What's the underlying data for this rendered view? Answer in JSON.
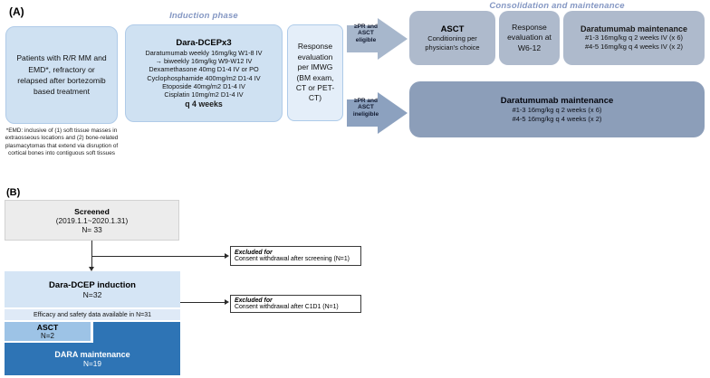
{
  "panel_a": {
    "label": "(A)",
    "patients_box": {
      "text": "Patients with R/R MM and EMD*, refractory or relapsed after bortezomib based treatment"
    },
    "footnote": "*EMD: inclusive of (1) soft tissue masses in extraosseous locations and (2) bone-related plasmacytomas that extend via disruption of cortical bones into contiguous soft tissues",
    "induction_header": "Induction phase",
    "dara_box": {
      "title": "Dara-DCEPx3",
      "lines": [
        "Daratumumab weekly 16mg/kg W1-8 IV",
        "→ biweekly 16mg/kg W9-W12 IV",
        "Dexamethasone 40mg D1-4 IV or PO",
        "Cyclophosphamide 400mg/m2 D1-4 IV",
        "Etoposide 40mg/m2 D1-4 IV",
        "Cisplatin 10mg/m2 D1-4 IV"
      ],
      "footer": "q 4 weeks"
    },
    "response_box": {
      "text": "Response evaluation per IMWG (BM exam, CT or PET-CT)"
    },
    "arrow_eligible": {
      "lines": [
        "≥PR and",
        "ASCT",
        "eligible"
      ]
    },
    "arrow_ineligible": {
      "lines": [
        "≥PR and",
        "ASCT",
        "ineligible"
      ]
    },
    "consolidation_header": "Consolidation  and  maintenance",
    "asct_box": {
      "title": "ASCT",
      "text": "Conditioning per physician's choice"
    },
    "response_w612_box": {
      "text": "Response evaluation at W6-12"
    },
    "maint_asct_box": {
      "title": "Daratumumab maintenance",
      "lines": [
        "#1-3 16mg/kg q 2 weeks IV (x 6)",
        "#4-5 16mg/kg q 4 weeks IV (x 2)"
      ]
    },
    "maint_inelig_box": {
      "title": "Daratumumab maintenance",
      "lines": [
        "#1-3 16mg/kg q 2 weeks (x 6)",
        "#4-5 16mg/kg q 4 weeks (x 2)"
      ]
    }
  },
  "panel_b": {
    "label": "(B)",
    "screened_box": {
      "title": "Screened",
      "dates": "(2019.1.1~2020.1.31)",
      "n": "N= 33"
    },
    "excluded_box_1": {
      "title": "Excluded for",
      "text": "Consent withdrawal after screening  (N=1)"
    },
    "induction_box": {
      "title": "Dara-DCEP induction",
      "n": "N=32"
    },
    "excluded_box_2": {
      "title": "Excluded for",
      "text": "Consent withdrawal after C1D1 (N=1)"
    },
    "efficacy_bar": "Efficacy and safety data available in N=31",
    "asct_box": {
      "title": "ASCT",
      "n": "N=2"
    },
    "dara_maint_box": {
      "title": "DARA maintenance",
      "n": "N=19"
    }
  },
  "colors": {
    "light_blue_fill": "#cfe1f2",
    "lighter_blue_fill": "#e4eef9",
    "steel_fill": "#aebacc",
    "steel_dark_fill": "#8c9eb9",
    "arrow_eligible_fill": "#a7b7cc",
    "arrow_ineligible_fill": "#8ca1bf",
    "phase_header_text": "#8497c3",
    "screened_gray": "#ececec",
    "b_induction_blue": "#d5e5f5",
    "b_efficacy_blue": "#dfeaf7",
    "b_asct_blue": "#9dc3e6",
    "b_dark_blue": "#2e74b5"
  }
}
